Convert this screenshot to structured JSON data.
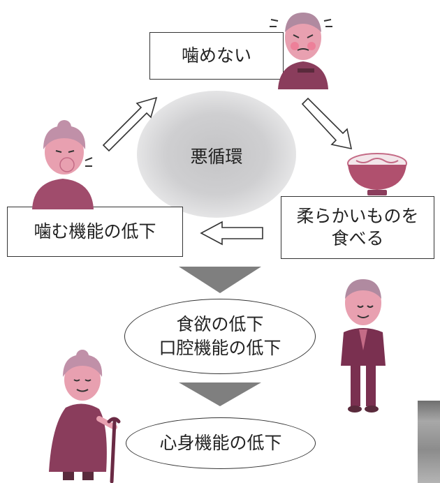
{
  "cycle": {
    "center": "悪循環",
    "top_box": "噛めない",
    "right_box": [
      "柔らかいものを",
      "食べる"
    ],
    "left_box": "噛む機能の低下"
  },
  "outcome_1": [
    "食欲の低下",
    "口腔機能の低下"
  ],
  "outcome_2": "心身機能の低下",
  "colors": {
    "arrow_fill": "#7f7f7f",
    "blob": "#c8c8ca",
    "figure_skin": "#e8a0b0",
    "figure_cloth": "#8a3d5c",
    "figure_hair": "#b08aa0"
  },
  "icons": [
    "man-chewing-trouble-icon",
    "soft-food-bowl-icon",
    "woman-coughing-icon",
    "man-standing-icon",
    "woman-with-cane-icon"
  ]
}
